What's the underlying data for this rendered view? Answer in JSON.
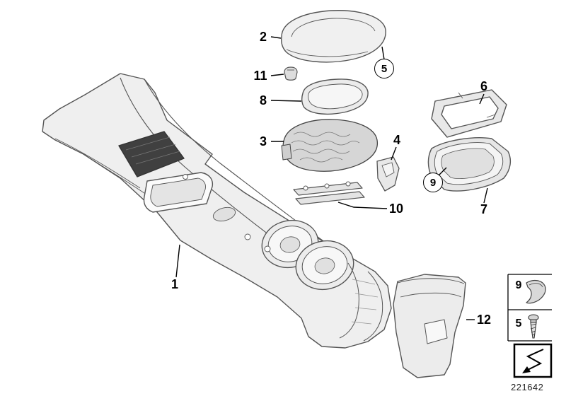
{
  "diagram": {
    "doc_number": "221642",
    "callouts": {
      "item1": "1",
      "item2": "2",
      "item3": "3",
      "item4": "4",
      "item5": "5",
      "item6": "6",
      "item7": "7",
      "item8": "8",
      "item9": "9",
      "item10": "10",
      "item11": "11",
      "item12": "12"
    },
    "legend": {
      "row1_label": "9",
      "row2_label": "5"
    },
    "icons": {
      "legend_trim": "trim-piece-icon",
      "legend_screw": "screw-icon",
      "continuation": "zigzag-arrow-icon"
    },
    "colors": {
      "line": "#555555",
      "fill_light": "#efefef",
      "fill_dark": "#404040"
    }
  }
}
